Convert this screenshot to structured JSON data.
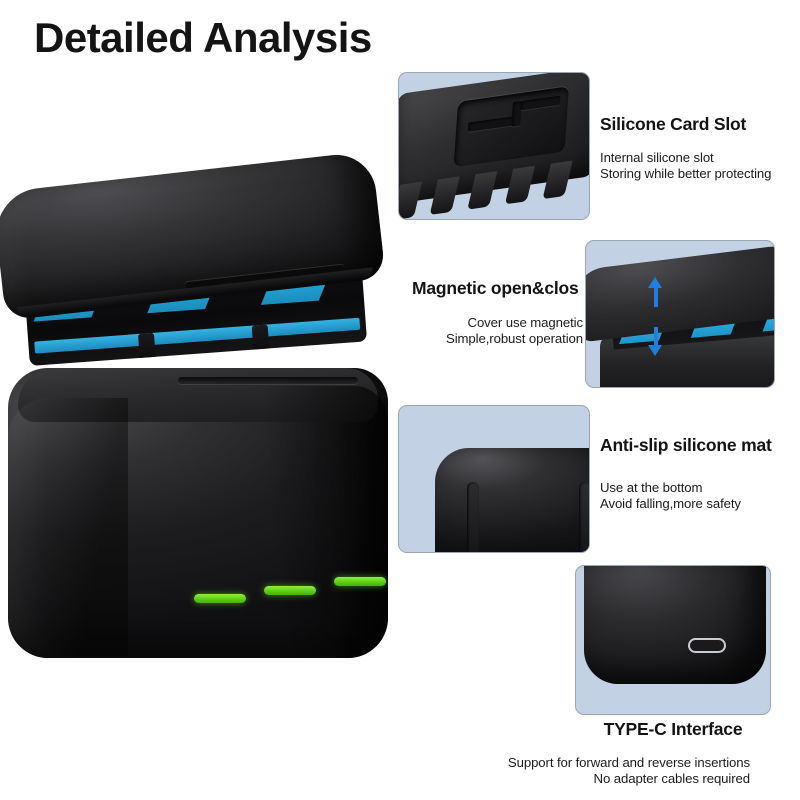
{
  "page": {
    "title": "Detailed Analysis",
    "background_color": "#ffffff",
    "panel_background_color": "#c2d2e4",
    "accent_blue": "#22a3d6",
    "accent_green": "#5fcf16",
    "product_color": "#1d1d1f"
  },
  "hero": {
    "name": "charging-case-open-with-three-blue-batteries",
    "led_count": 3,
    "battery_count": 3
  },
  "callouts": [
    {
      "id": "silicone-card-slot",
      "title": "Silicone Card Slot",
      "body_line_1": "Internal silicone slot",
      "body_line_2": "Storing while better protecting",
      "image_name": "silicone-card-slot-tray-photo"
    },
    {
      "id": "magnetic-open-close",
      "title": "Magnetic open&clos",
      "body_line_1": "Cover use magnetic",
      "body_line_2": "Simple,robust operation",
      "image_name": "magnetic-lid-photo"
    },
    {
      "id": "anti-slip-silicone-mat",
      "title": "Anti-slip silicone mat",
      "body_line_1": "Use at the bottom",
      "body_line_2": "Avoid falling,more safety",
      "image_name": "anti-slip-mat-photo"
    },
    {
      "id": "type-c-interface",
      "title": "TYPE-C Interface",
      "body_line_1": "Support for forward and reverse insertions",
      "body_line_2": "No adapter cables required",
      "image_name": "type-c-port-photo"
    }
  ]
}
